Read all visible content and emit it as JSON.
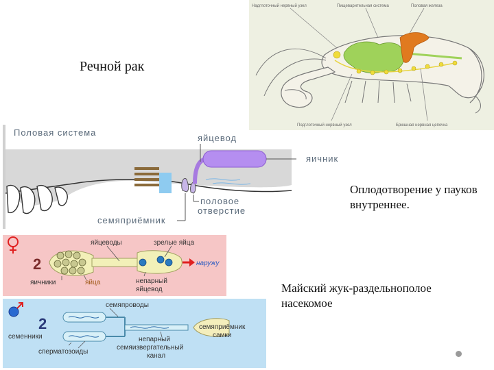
{
  "slide": {
    "title": "Речной рак",
    "notes": [
      "Оплодотворение у пауков внутреннее.",
      "Майский жук-раздельнополое насекомое"
    ]
  },
  "crayfish": {
    "labels_top": [
      "Надглоточный нервный узел",
      "Пищеварительная система",
      "Половая железа"
    ],
    "labels_bottom": [
      "Подглоточный нервный узел",
      "Брюшная нервная цепочка"
    ]
  },
  "spider": {
    "title": "Половая система",
    "labels": {
      "oviduct": "яйцевод",
      "ovary": "яичник",
      "genital_opening_1": "половое",
      "genital_opening_2": "отверстие",
      "receptacle": "семяприёмник"
    }
  },
  "female": {
    "number": "2",
    "labels": {
      "oviducts": "яйцеводы",
      "mature_eggs": "зрелые яйца",
      "outside": "наружу",
      "ovaries": "яичники",
      "eggs": "яйца",
      "unpaired_1": "непарный",
      "unpaired_2": "яйцевод"
    },
    "colors": {
      "bg": "#f6c6c6",
      "organ": "#f2f0b8",
      "accent": "#e02020"
    }
  },
  "male": {
    "number": "2",
    "labels": {
      "vas_deferens": "семяпроводы",
      "female_receptacle_1": "семяприёмник",
      "female_receptacle_2": "самки",
      "testes": "семенники",
      "unpaired_1": "непарный",
      "unpaired_2": "семяизвергательный",
      "unpaired_3": "канал",
      "spermatozoa": "сперматозоиды"
    },
    "colors": {
      "bg": "#bfe0f4",
      "organ": "#d8f0f8",
      "receptacle": "#f4eebc"
    }
  }
}
